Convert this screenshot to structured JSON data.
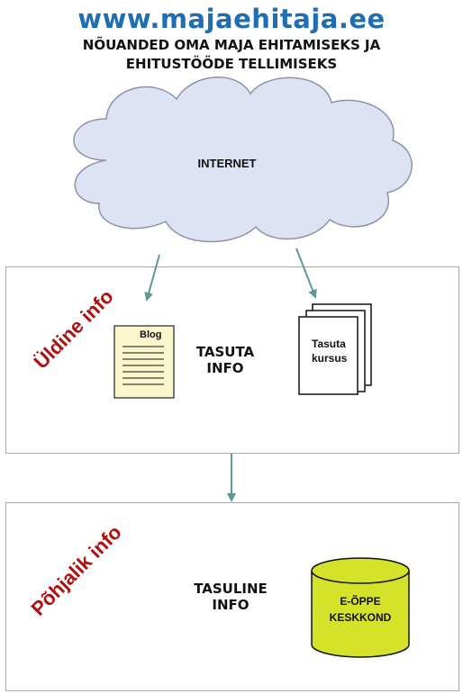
{
  "header": {
    "site_url": "www.majaehitaja.ee",
    "subtitle_line1": "NÕUANDED OMA MAJA EHITAMISEKS JA",
    "subtitle_line2": "EHITUSTÖÖDE TELLIMISEKS"
  },
  "cloud": {
    "label": "INTERNET"
  },
  "section_free": {
    "side_label": "Üldine info",
    "center_line1": "TASUTA",
    "center_line2": "INFO",
    "doc_label": "Blog",
    "stack_label_line1": "Tasuta",
    "stack_label_line2": "kursus"
  },
  "section_paid": {
    "side_label": "Põhjalik info",
    "center_line1": "TASULINE",
    "center_line2": "INFO",
    "cylinder_line1": "E-ÕPPE",
    "cylinder_line2": "KESKKOND"
  },
  "colors": {
    "url_blue": "#1f6db3",
    "side_label_red": "#b10f0f",
    "cloud_fill": "#dde3f3",
    "cloud_stroke": "#8d93a8",
    "arrow": "#5f9797",
    "doc_fill": "#fbf6cc",
    "cylinder_fill": "#d4e32a"
  }
}
